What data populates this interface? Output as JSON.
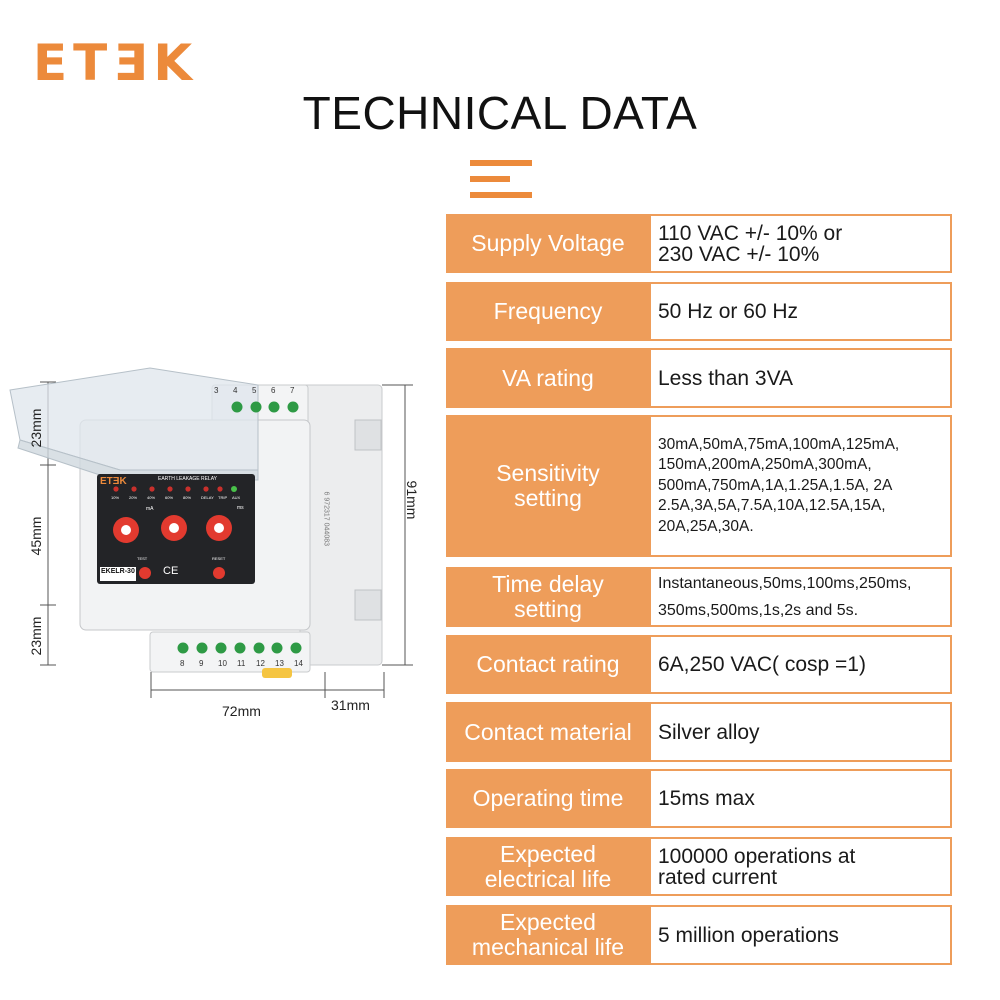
{
  "brand": {
    "logo_text": "ETƎK",
    "accent": "#ec8a3b",
    "cell_color": "#ee9d5a"
  },
  "page": {
    "title": "TECHNICAL DATA"
  },
  "specs": [
    {
      "label": "Supply Voltage",
      "value": "110 VAC +/- 10% or\n230 VAC +/- 10%"
    },
    {
      "label": "Frequency",
      "value": "50 Hz or 60 Hz"
    },
    {
      "label": "VA rating",
      "value": "Less than 3VA"
    },
    {
      "label": "Sensitivity\nsetting",
      "value": "30mA,50mA,75mA,100mA,125mA,\n150mA,200mA,250mA,300mA,\n500mA,750mA,1A,1.25A,1.5A, 2A\n2.5A,3A,5A,7.5A,10A,12.5A,15A,\n20A,25A,30A."
    },
    {
      "label": "Time delay\nsetting",
      "value": "Instantaneous,50ms,100ms,250ms,\n350ms,500ms,1s,2s and 5s."
    },
    {
      "label": "Contact rating",
      "value": "6A,250 VAC( cosp =1)"
    },
    {
      "label": "Contact material",
      "value": "Silver alloy"
    },
    {
      "label": "Operating time",
      "value": "15ms max"
    },
    {
      "label": "Expected\nelectrical life",
      "value": "100000 operations at\nrated current"
    },
    {
      "label": "Expected\nmechanical life",
      "value": "5 million operations"
    }
  ],
  "device": {
    "dimensions": {
      "top": "23mm",
      "middle": "45mm",
      "bottom": "23mm",
      "height": "91mm",
      "width": "72mm",
      "depth": "31mm"
    },
    "panel": {
      "brand": "ETƎK",
      "title": "EARTH LEAKAGE RELAY",
      "model": "EKELR-30",
      "ce_mark": "CE",
      "test_label": "TEST",
      "reset_label": "RESET",
      "knob1_unit": "mA",
      "knob3_unit": "ms",
      "led_labels": [
        "10%",
        "20%",
        "40%",
        "60%",
        "80%",
        "DELAY",
        "TRIP",
        "AUX"
      ]
    },
    "terminals_top": [
      "3",
      "4",
      "5",
      "6",
      "7"
    ],
    "terminals_bottom": [
      "8",
      "9",
      "10",
      "11",
      "12",
      "13",
      "14"
    ],
    "barcode_text": "6 972317 044083"
  }
}
